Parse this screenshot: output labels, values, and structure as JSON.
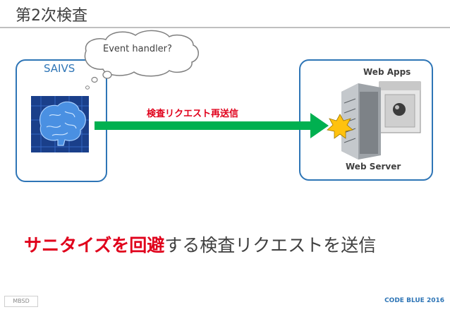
{
  "slide": {
    "title": "第2次検査",
    "saivs_label": "SAIVS",
    "bubble_text": "Event handler?",
    "arrow_label": "検査リクエスト再送信",
    "web_apps_label": "Web Apps",
    "web_server_label": "Web Server",
    "bottom_highlight": "サニタイズを回避",
    "bottom_rest": "する検査リクエストを送信",
    "footer_left": "MBSD",
    "footer_right": "CODE BLUE 2016"
  },
  "colors": {
    "accent_blue": "#2e75b6",
    "highlight_red": "#e0001b",
    "arrow_green": "#00b050"
  },
  "icons": [
    "brain-icon",
    "web-server-icon",
    "web-app-window-icon",
    "star-burst-icon"
  ]
}
